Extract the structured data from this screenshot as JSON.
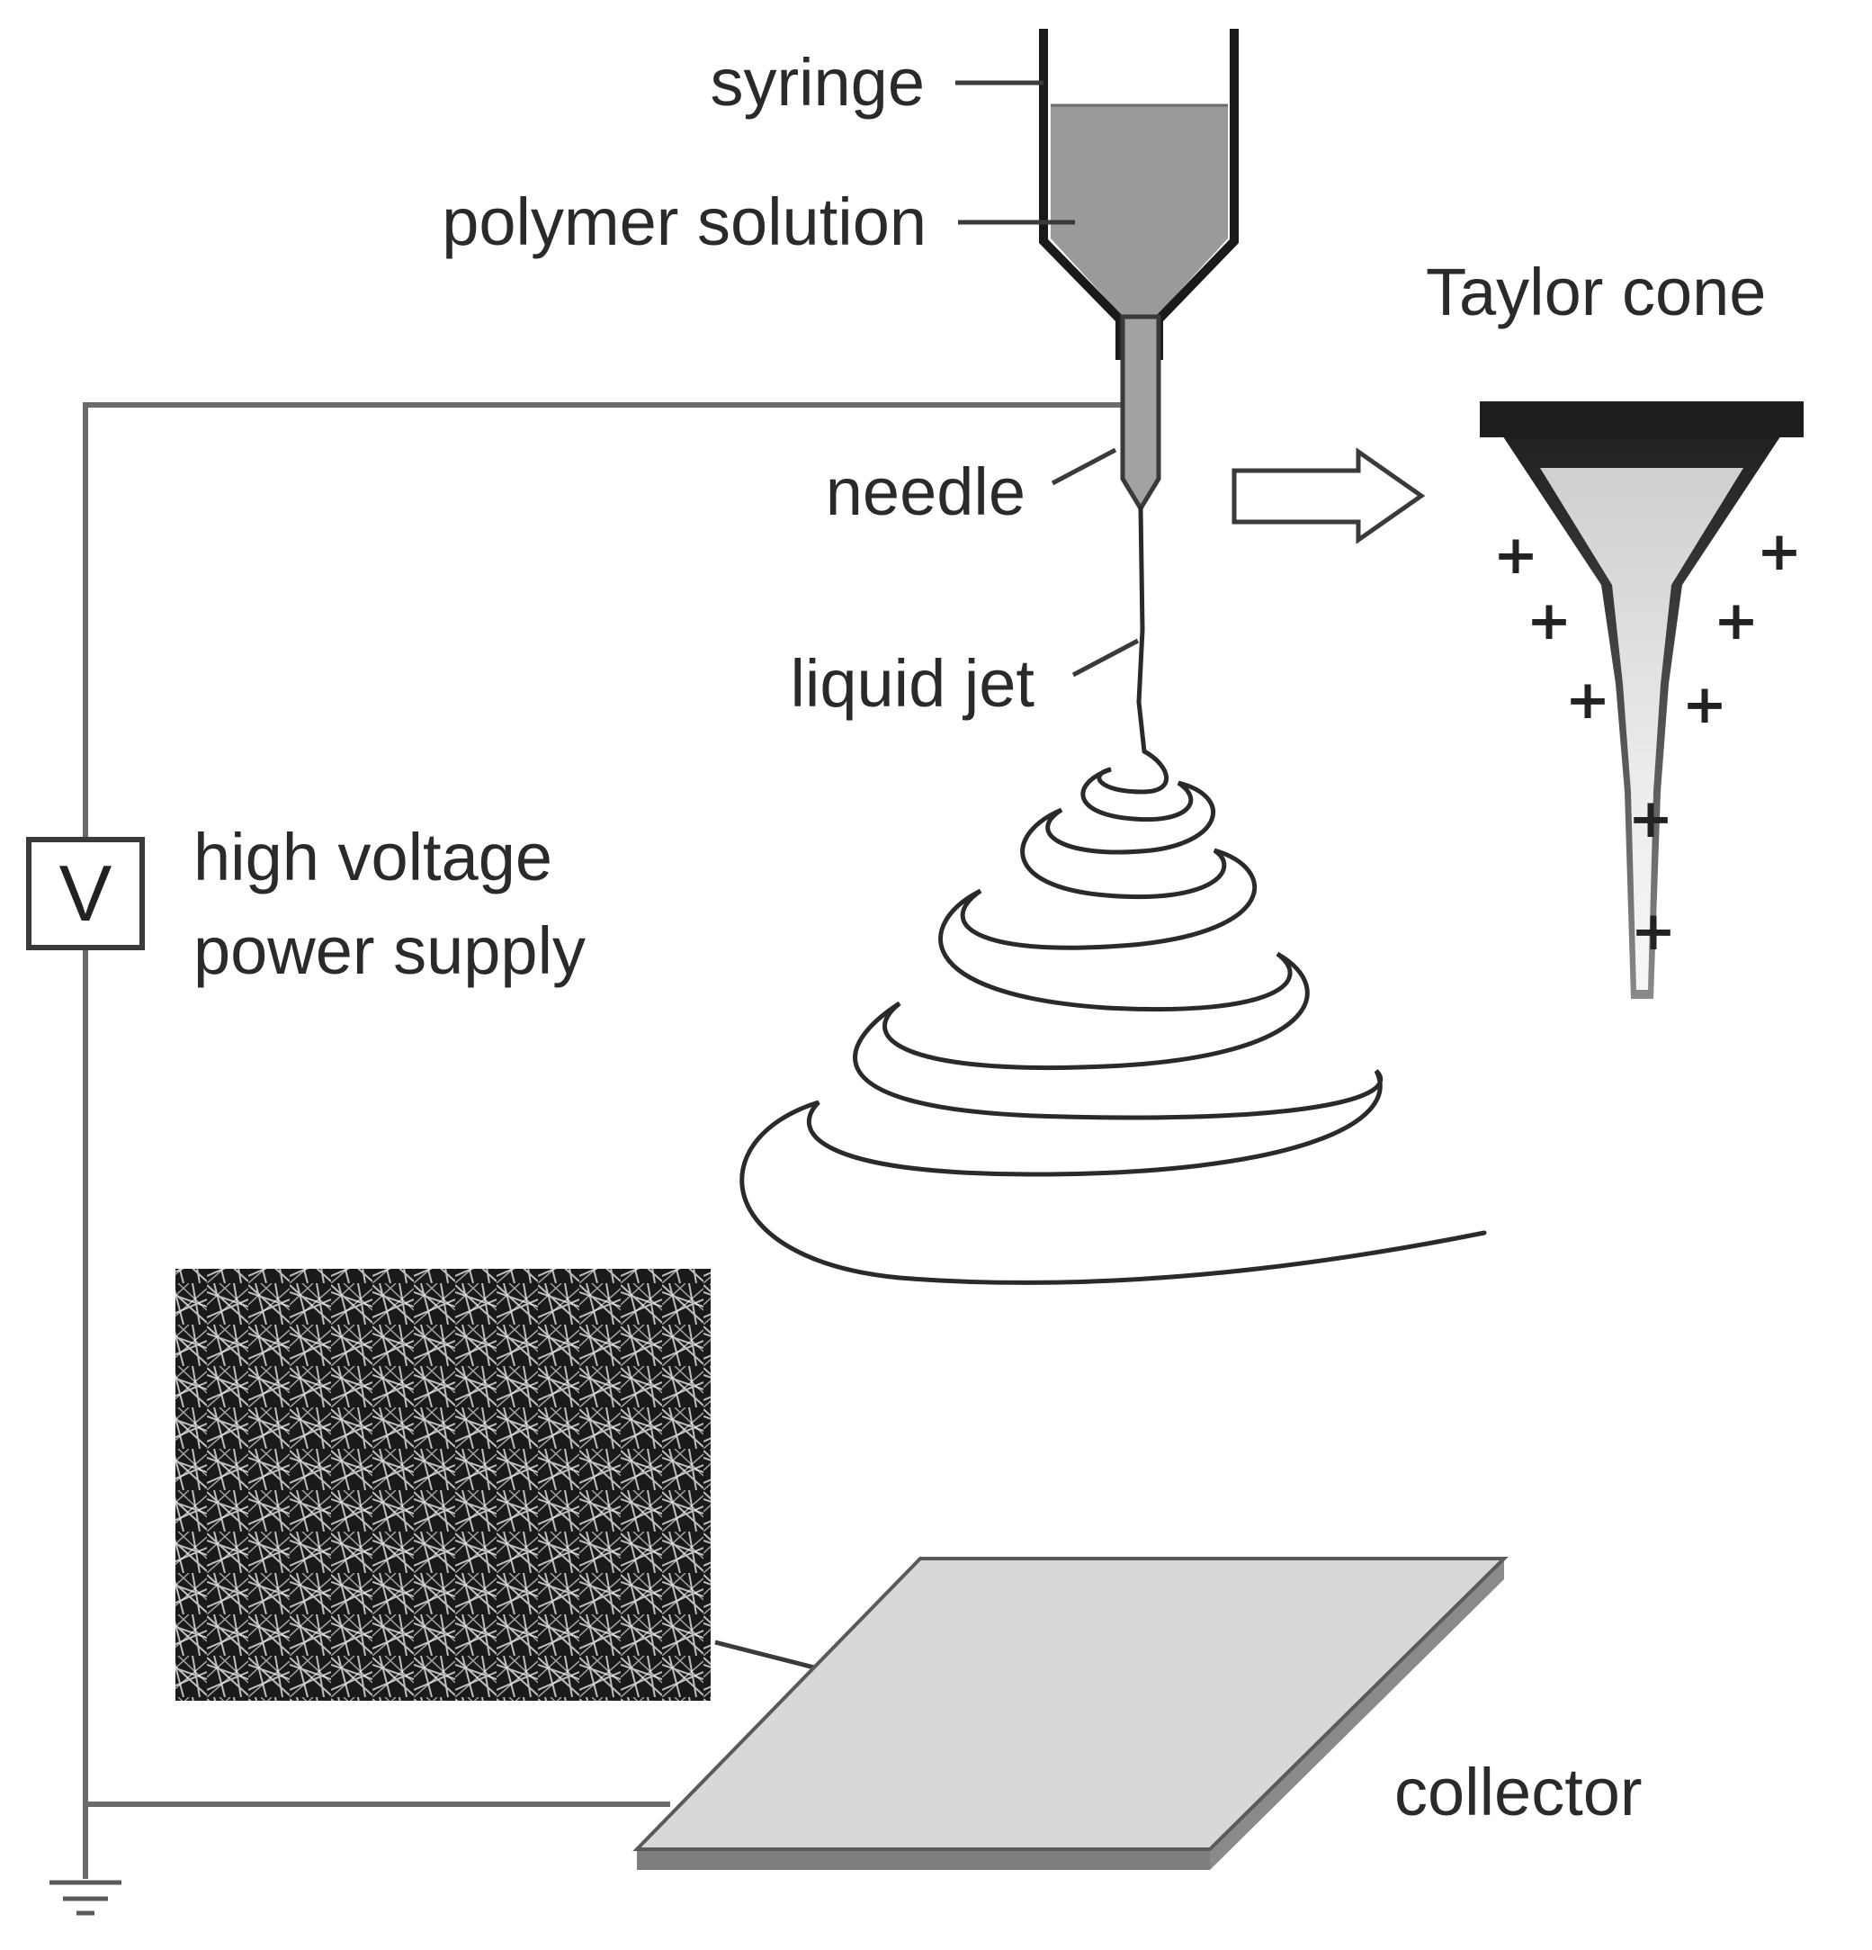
{
  "labels": {
    "syringe": "syringe",
    "polymer_solution": "polymer solution",
    "needle": "needle",
    "liquid_jet": "liquid jet",
    "taylor_cone": "Taylor cone",
    "power_line1": "high voltage",
    "power_line2": "power supply",
    "collector": "collector",
    "voltage_symbol": "V"
  },
  "charges": [
    "+",
    "+",
    "+",
    "+",
    "+",
    "+",
    "+",
    "+"
  ],
  "colors": {
    "wire": "#6a6a6a",
    "solution": "#9a9a9a",
    "collector_top": "#d8d8d8",
    "collector_edge": "#7e7e7e",
    "cone_rim": "#1e1e1e",
    "fiber_mat": "#1a1a1a"
  },
  "icons": {
    "ground": "ground-symbol-icon",
    "arrow": "right-arrow-icon"
  }
}
